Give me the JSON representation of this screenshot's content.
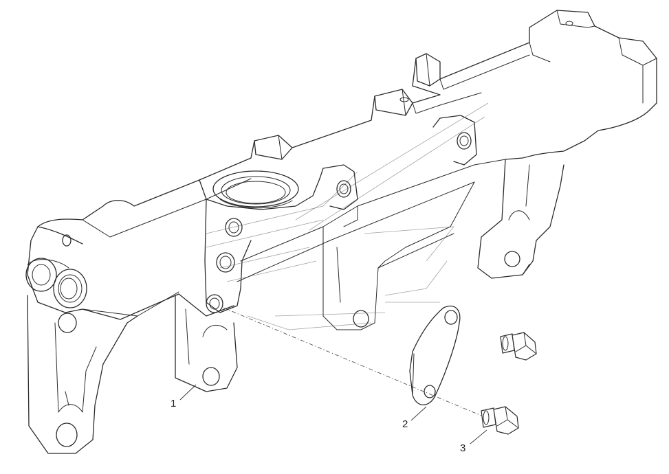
{
  "callouts": [
    {
      "id": "1",
      "label": "1"
    },
    {
      "id": "2",
      "label": "2"
    },
    {
      "id": "3",
      "label": "3"
    }
  ],
  "colors": {
    "line": "#2a2a2a",
    "background": "#ffffff"
  }
}
